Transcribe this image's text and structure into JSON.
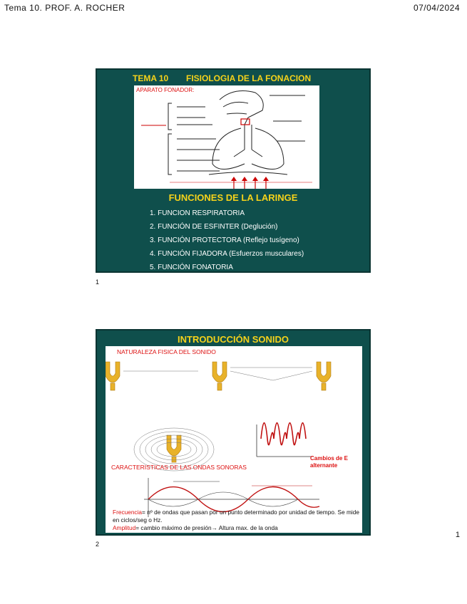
{
  "header": {
    "left": "Tema 10. PROF. A. ROCHER",
    "right": "07/04/2024"
  },
  "slide1": {
    "number": "1",
    "title_left": "TEMA 10",
    "title_right": "FISIOLOGIA DE LA FONACION",
    "image_label": "APARATO FONADOR:",
    "subtitle": "FUNCIONES DE LA LARINGE",
    "items": [
      "1.  FUNCION RESPIRATORIA",
      "2.  FUNCIÓN DE ESFINTER (Deglución)",
      "3.  FUNCIÓN PROTECTORA (Reflejo tusígeno)",
      "4.  FUNCIÓN FIJADORA (Esfuerzos musculares)",
      "5.  FUNCIÓN FONATORIA"
    ]
  },
  "slide2": {
    "number": "2",
    "title": "INTRODUCCIÓN SONIDO",
    "nature_label": "NATURALEZA FISICA DEL SONIDO",
    "characteristics_label": "CARACTERISTICAS DE LAS ONDAS SONORAS",
    "changes_label": "Cambios de E alternante",
    "freq_term": "Frecuencia",
    "freq_text": "= nº de ondas que pasan por un punto determinado por unidad  de tiempo. Se mide en ciclos/seg o  Hz.",
    "amp_term": "Amplitud",
    "amp_text": "= cambio máximo de presión→ Altura max. de la onda"
  },
  "page_number": "1"
}
